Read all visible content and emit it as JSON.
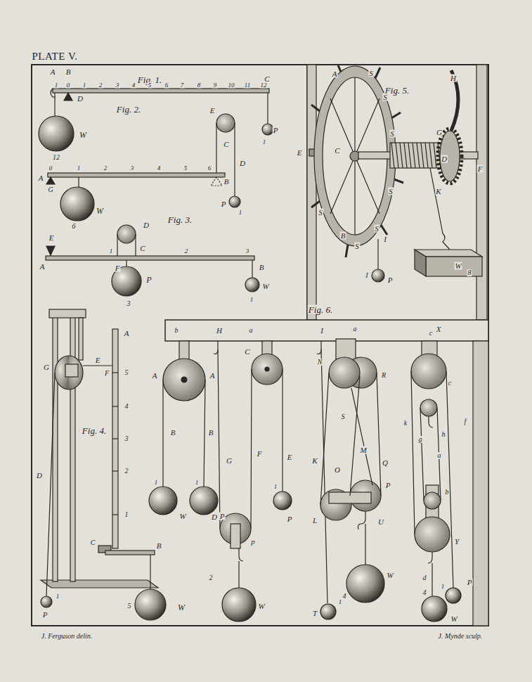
{
  "diagram": {
    "title": "PLATE V.",
    "labels": [
      "Fig. 1.",
      "A",
      "B",
      "C",
      "1",
      "0",
      "1",
      "2",
      "3",
      "4",
      "5",
      "6",
      "7",
      "8",
      "9",
      "10",
      "11",
      "12",
      "D",
      "W",
      "12",
      "P",
      "1",
      "Fig. 2.",
      "E",
      "C",
      "D",
      "0",
      "1",
      "2",
      "3",
      "4",
      "5",
      "6",
      "B",
      "A",
      "G",
      "W",
      "6",
      "P",
      "1",
      "Fig. 3.",
      "D",
      "E",
      "C",
      "1",
      "2",
      "3",
      "A",
      "F",
      "B",
      "P",
      "3",
      "W",
      "1",
      "Fig. 4.",
      "A",
      "E",
      "F",
      "5",
      "4",
      "3",
      "2",
      "1",
      "G",
      "D",
      "C",
      "B",
      "1",
      "P",
      "5",
      "W",
      "Fig. 5.",
      "A",
      "S",
      "S",
      "S",
      "S",
      "S",
      "S",
      "S",
      "E",
      "C",
      "H",
      "G",
      "D",
      "F",
      "K",
      "B",
      "I",
      "I",
      "P",
      "W",
      "8",
      "Fig. 6.",
      "b",
      "H",
      "a",
      "I",
      "a",
      "c",
      "X",
      "A",
      "A",
      "C",
      "N",
      "R",
      "S",
      "c",
      "k",
      "g",
      "h",
      "f",
      "a",
      "B",
      "B",
      "G",
      "F",
      "E",
      "K",
      "O",
      "M",
      "Q",
      "P",
      "L",
      "U",
      "1",
      "1",
      "W",
      "P",
      "1",
      "P",
      "D",
      "p",
      "2",
      "W",
      "W",
      "4",
      "T",
      "1",
      "b",
      "d",
      "Y",
      "P",
      "1",
      "4",
      "W",
      "J. Ferguson delin.",
      "J. Mynde sculp."
    ]
  }
}
